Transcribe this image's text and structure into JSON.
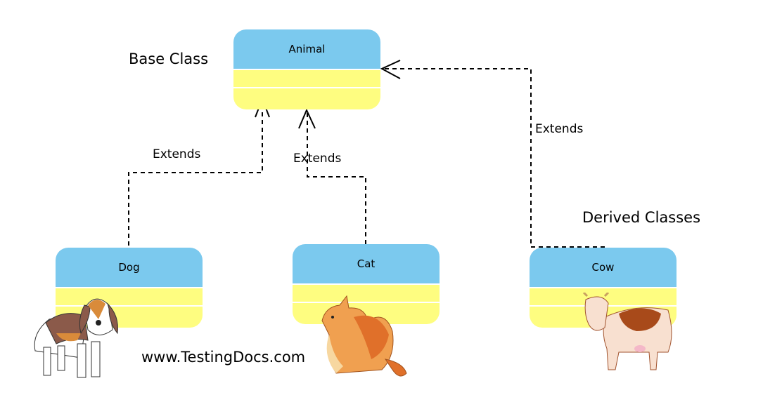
{
  "base_label": "Base Class",
  "derived_label": "Derived Classes",
  "watermark": "www.TestingDocs.com",
  "classes": {
    "animal": {
      "name": "Animal"
    },
    "dog": {
      "name": "Dog"
    },
    "cat": {
      "name": "Cat"
    },
    "cow": {
      "name": "Cow"
    }
  },
  "relations": [
    {
      "from": "Dog",
      "to": "Animal",
      "label": "Extends"
    },
    {
      "from": "Cat",
      "to": "Animal",
      "label": "Extends"
    },
    {
      "from": "Cow",
      "to": "Animal",
      "label": "Extends"
    }
  ],
  "colors": {
    "header": "#7bc9ee",
    "body": "#fefd80",
    "line": "#000000"
  }
}
